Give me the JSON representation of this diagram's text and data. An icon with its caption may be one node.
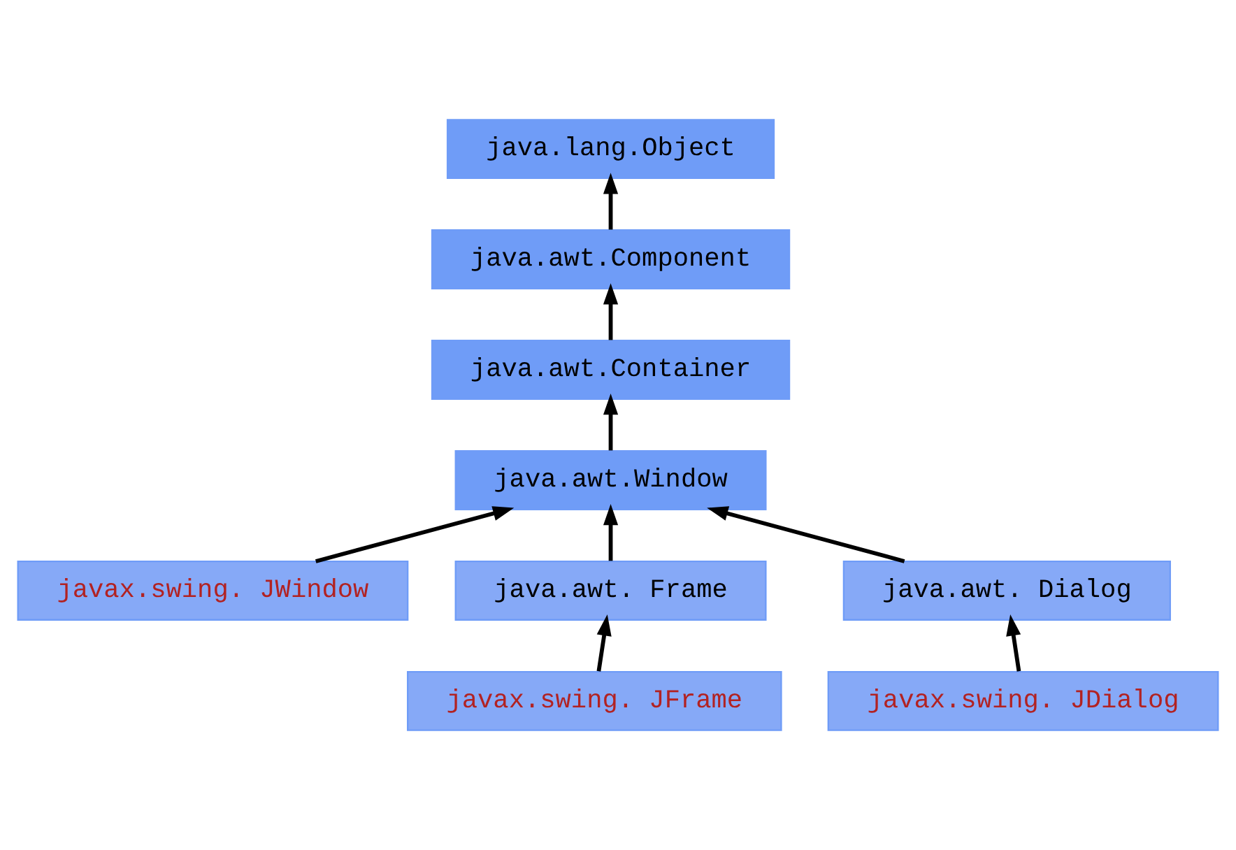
{
  "diagram": {
    "nodes": [
      {
        "text": [
          "java.lang.Object"
        ]
      },
      {
        "text": [
          "java.awt.Component"
        ]
      },
      {
        "text": [
          "java.awt.Container"
        ]
      },
      {
        "text": [
          "java.awt.Window"
        ]
      },
      {
        "text": [
          "javax.swing. JWindow"
        ]
      },
      {
        "text": [
          "java.awt. Frame"
        ]
      },
      {
        "text": [
          "java.awt. Dialog"
        ]
      },
      {
        "text": [
          "javax.swing. JFrame"
        ]
      },
      {
        "text": [
          "javax.swing. JDialog"
        ]
      }
    ],
    "edges": [
      {
        "from": 1,
        "to": 0,
        "arrow": "to"
      },
      {
        "from": 2,
        "to": 1,
        "arrow": "to"
      },
      {
        "from": 3,
        "to": 2,
        "arrow": "to"
      },
      {
        "from": 4,
        "to": 3,
        "arrow": "to"
      },
      {
        "from": 5,
        "to": 3,
        "arrow": "to"
      },
      {
        "from": 6,
        "to": 3,
        "arrow": "to"
      },
      {
        "from": 7,
        "to": 5,
        "arrow": "to"
      },
      {
        "from": 8,
        "to": 6,
        "arrow": "to"
      }
    ]
  }
}
